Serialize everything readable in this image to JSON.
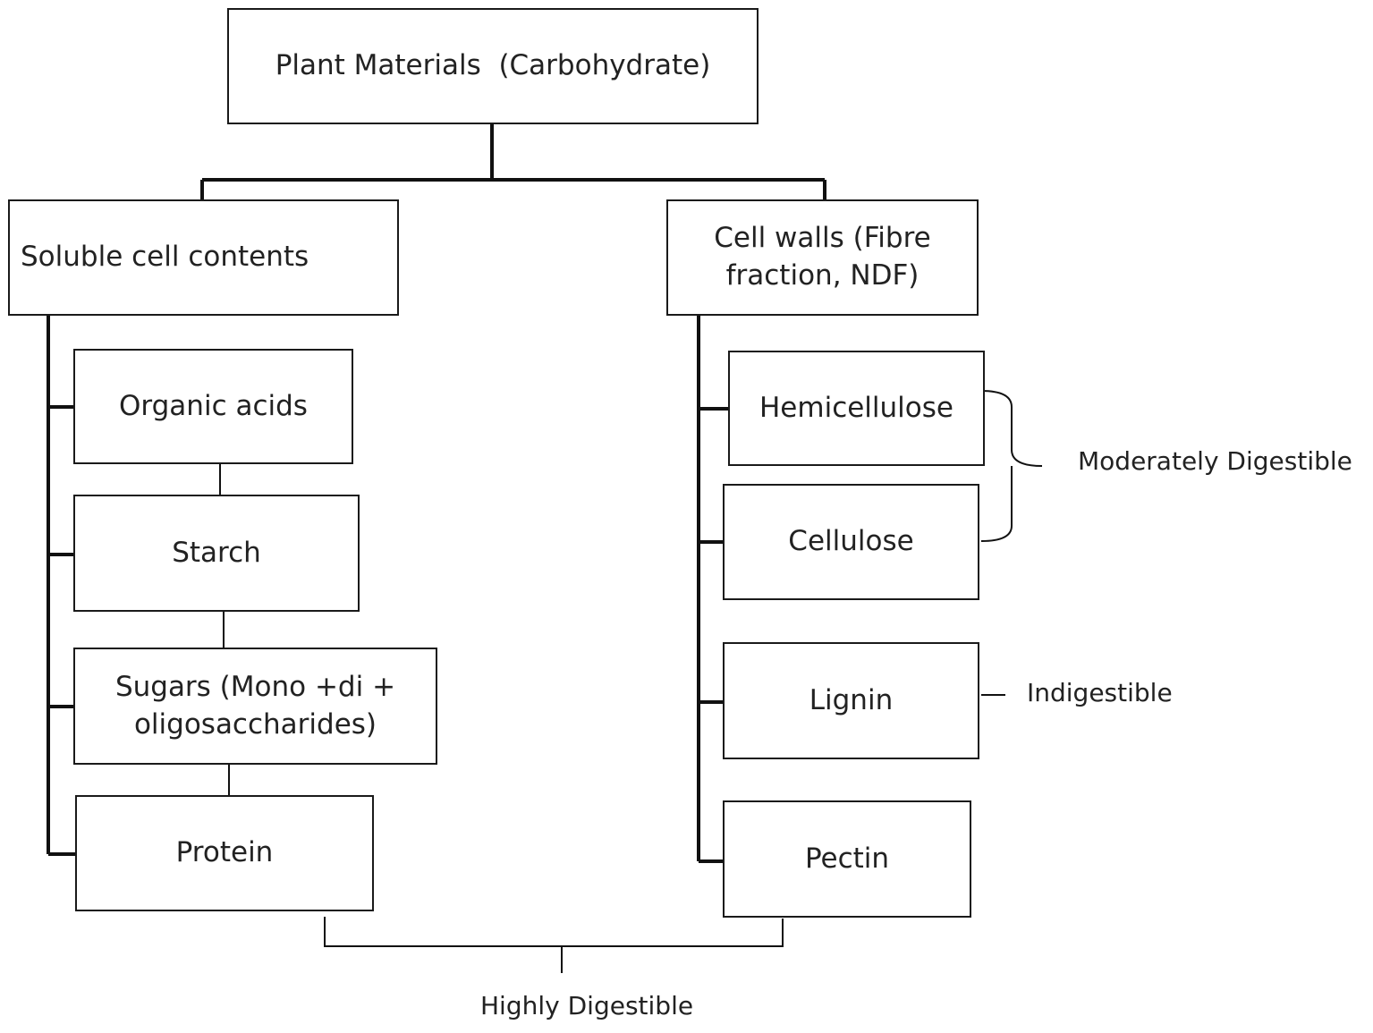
{
  "root": {
    "label": "Plant Materials  (Carbohydrate)"
  },
  "left": {
    "header": "Soluble cell contents",
    "items": [
      {
        "label": "Organic acids"
      },
      {
        "label": "Starch"
      },
      {
        "label": "Sugars (Mono +di + oligosaccharides)"
      },
      {
        "label": "Protein"
      }
    ]
  },
  "right": {
    "header": "Cell walls (Fibre fraction, NDF)",
    "items": [
      {
        "label": "Hemicellulose"
      },
      {
        "label": "Cellulose"
      },
      {
        "label": "Lignin"
      },
      {
        "label": "Pectin"
      }
    ]
  },
  "annotations": {
    "moderate": "Moderately Digestible",
    "indigestible": "Indigestible",
    "high": "Highly Digestible"
  }
}
